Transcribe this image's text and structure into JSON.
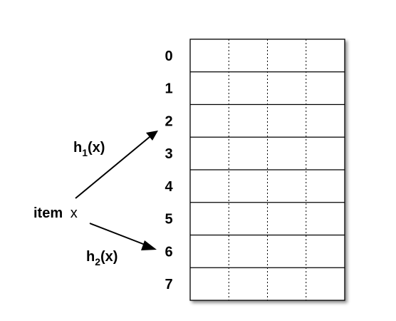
{
  "table": {
    "row_labels": [
      "0",
      "1",
      "2",
      "3",
      "4",
      "5",
      "6",
      "7"
    ],
    "columns": 4
  },
  "item": {
    "word": "item",
    "variable": "x"
  },
  "hash_functions": [
    {
      "name": "h",
      "subscript": "1",
      "argument": "(x)",
      "target_row": "2"
    },
    {
      "name": "h",
      "subscript": "2",
      "argument": "(x)",
      "target_row": "6"
    }
  ],
  "colors": {
    "line": "#000000",
    "background": "#ffffff",
    "shadow": "#b8b8b8"
  }
}
